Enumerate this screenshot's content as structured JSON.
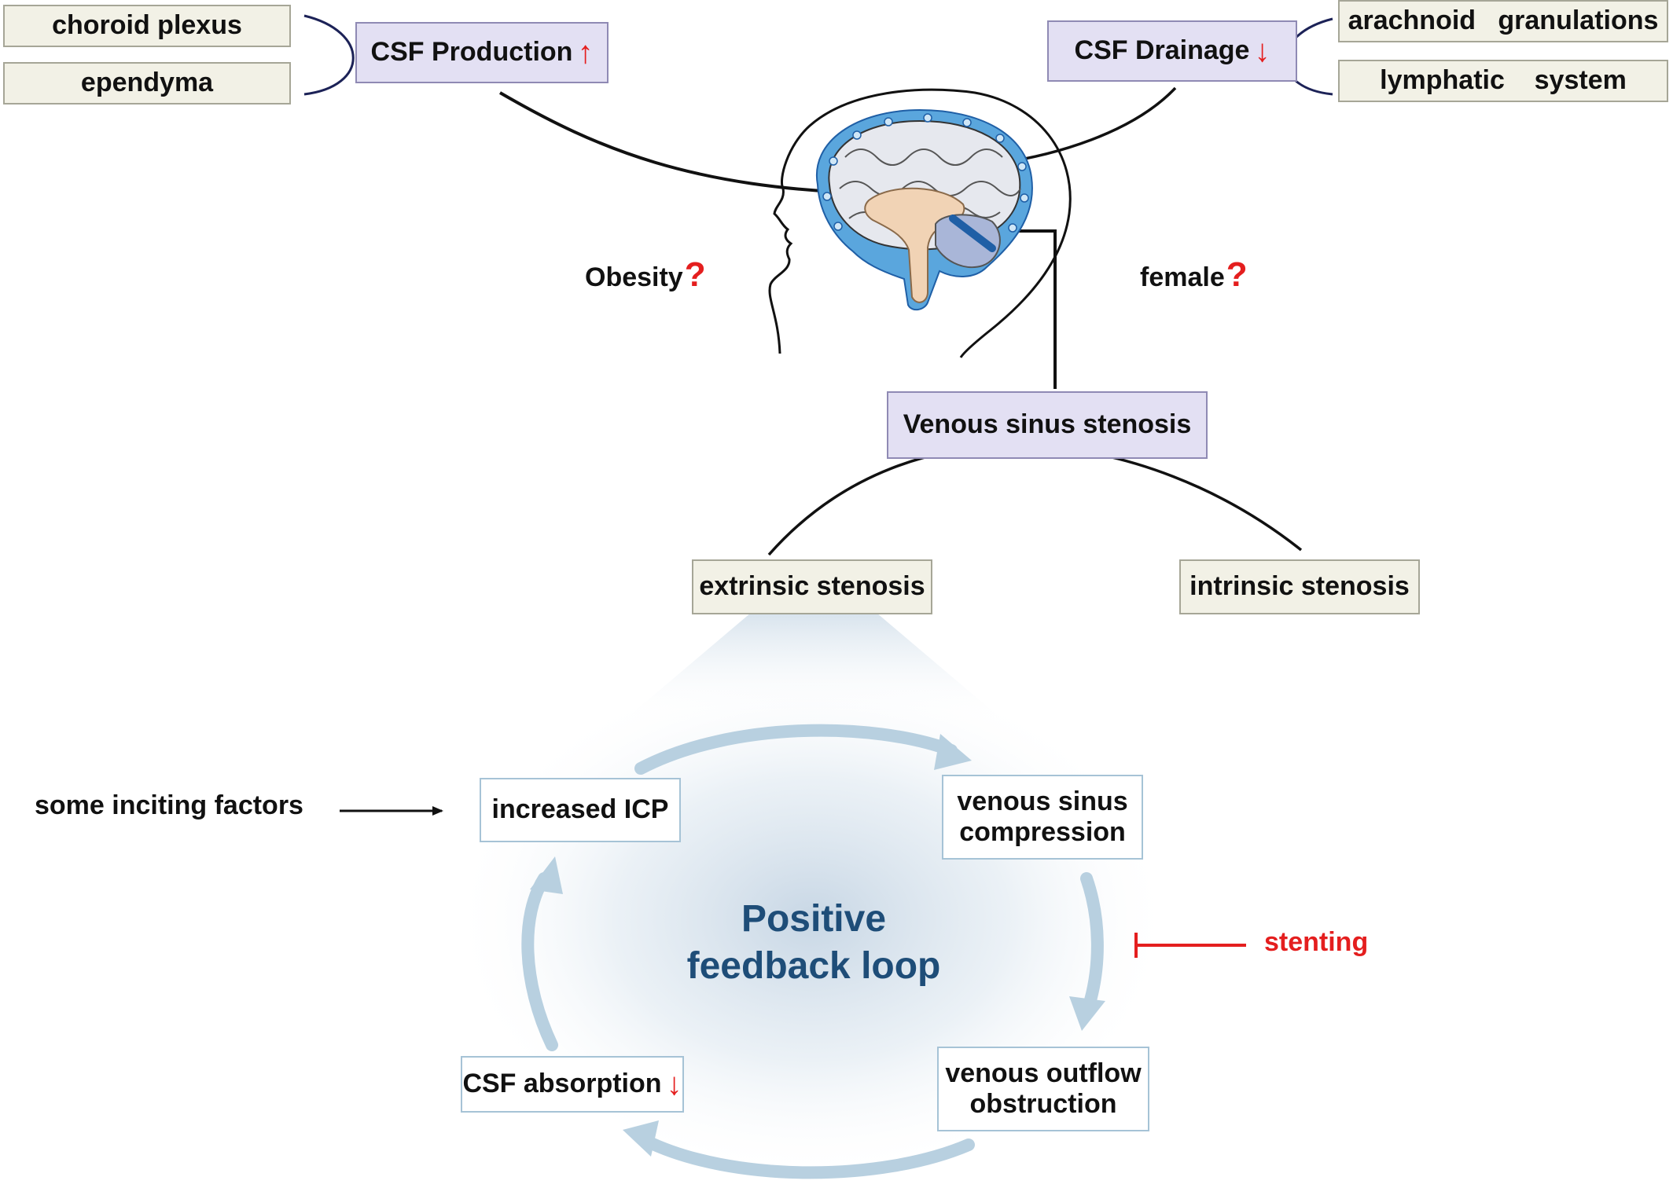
{
  "production_group": {
    "sources": [
      "choroid plexus",
      "ependyma"
    ],
    "label": "CSF Production",
    "arrow": "↑"
  },
  "drainage_group": {
    "sources": [
      "arachnoid   granulations",
      "lymphatic    system"
    ],
    "label": "CSF Drainage",
    "arrow": "↓"
  },
  "risk_factors": {
    "obesity": "Obesity",
    "female": "female",
    "mark": "?"
  },
  "stenosis": {
    "label": "Venous sinus stenosis",
    "extrinsic": "extrinsic stenosis",
    "intrinsic": "intrinsic stenosis"
  },
  "loop": {
    "title_line1": "Positive",
    "title_line2": "feedback loop",
    "increased_icp": "increased ICP",
    "compression_line1": "venous sinus",
    "compression_line2": "compression",
    "obstruction_line1": "venous outflow",
    "obstruction_line2": "obstruction",
    "absorption": "CSF absorption",
    "absorption_arrow": "↓",
    "inciting": "some inciting factors",
    "stenting": "stenting"
  },
  "colors": {
    "up_down_arrows": "#e41e1e",
    "loop_arrows": "#b8d0e0",
    "loop_title": "#1e4d78",
    "stenting_inhibit": "#e41e1e",
    "csf_space": "#2f7fc6",
    "brain": "#e6e8ee",
    "brainstem": "#f1d3b5",
    "cerebellum": "#a9b6d8"
  }
}
